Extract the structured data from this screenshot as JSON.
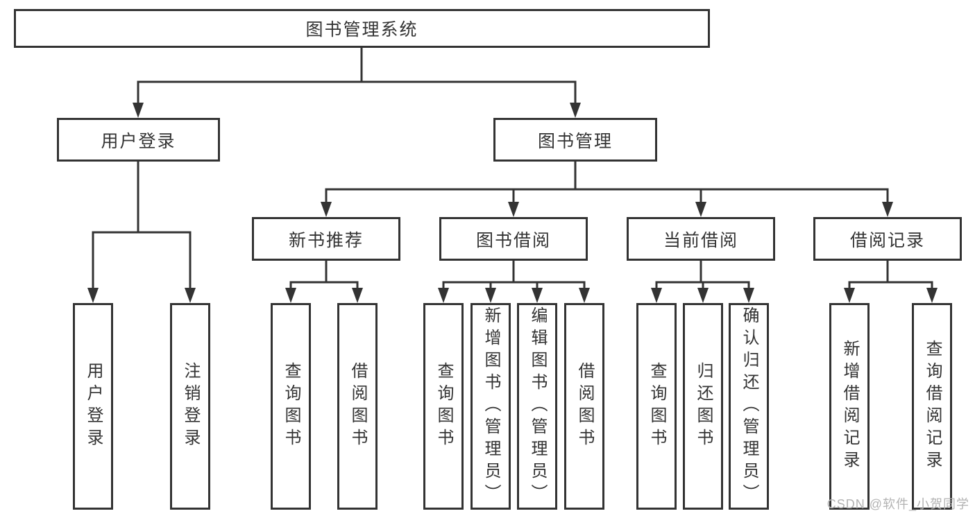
{
  "watermark": "CSDN @软件_小贺同学",
  "colors": {
    "line": "#333333",
    "box_border": "#333333",
    "box_background": "#ffffff",
    "text": "#333333",
    "watermark": "#b3b3b3",
    "page_background": "#ffffff"
  },
  "tree": {
    "root": {
      "label": "图书管理系统"
    },
    "branches": [
      {
        "label": "用户登录",
        "children": [
          {
            "label": "用户登录"
          },
          {
            "label": "注销登录"
          }
        ]
      },
      {
        "label": "图书管理",
        "children": [
          {
            "label": "新书推荐",
            "children": [
              {
                "label": "查询图书"
              },
              {
                "label": "借阅图书"
              }
            ]
          },
          {
            "label": "图书借阅",
            "children": [
              {
                "label": "查询图书"
              },
              {
                "label": "新增图书（管理员）"
              },
              {
                "label": "编辑图书（管理员）"
              },
              {
                "label": "借阅图书"
              }
            ]
          },
          {
            "label": "当前借阅",
            "children": [
              {
                "label": "查询图书"
              },
              {
                "label": "归还图书"
              },
              {
                "label": "确认归还（管理员）"
              }
            ]
          },
          {
            "label": "借阅记录",
            "children": [
              {
                "label": "新增借阅记录"
              },
              {
                "label": "查询借阅记录"
              }
            ]
          }
        ]
      }
    ]
  }
}
